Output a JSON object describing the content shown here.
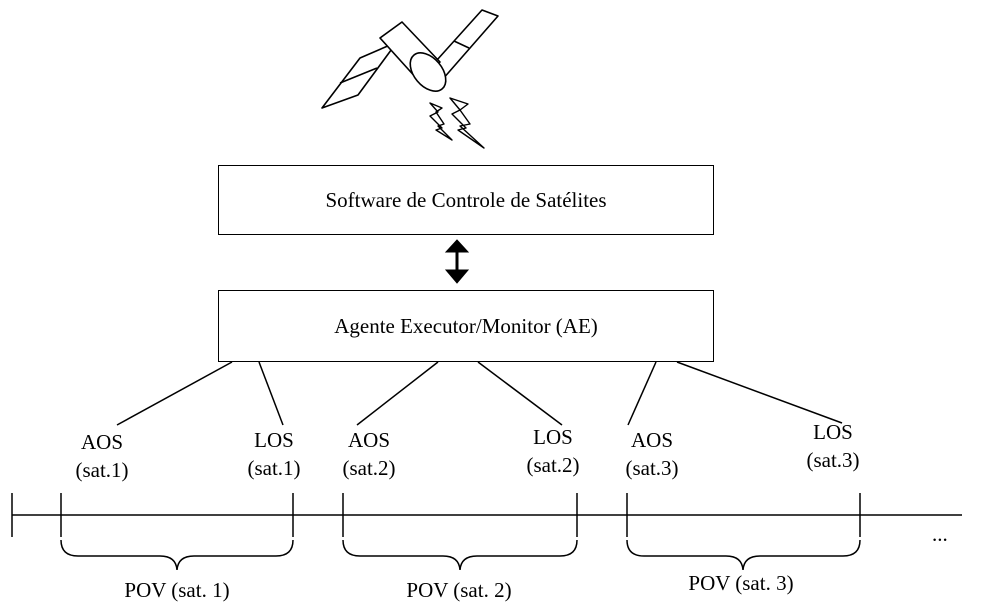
{
  "boxes": {
    "software": "Software de Controle de Satélites",
    "agent": "Agente Executor/Monitor (AE)"
  },
  "markers": [
    {
      "event": "AOS",
      "sat": "(sat.1)"
    },
    {
      "event": "LOS",
      "sat": "(sat.1)"
    },
    {
      "event": "AOS",
      "sat": "(sat.2)"
    },
    {
      "event": "LOS",
      "sat": "(sat.2)"
    },
    {
      "event": "AOS",
      "sat": "(sat.3)"
    },
    {
      "event": "LOS",
      "sat": "(sat.3)"
    }
  ],
  "periods": [
    "POV (sat. 1)",
    "POV (sat. 2)",
    "POV (sat. 3)"
  ],
  "ellipsis": "..."
}
